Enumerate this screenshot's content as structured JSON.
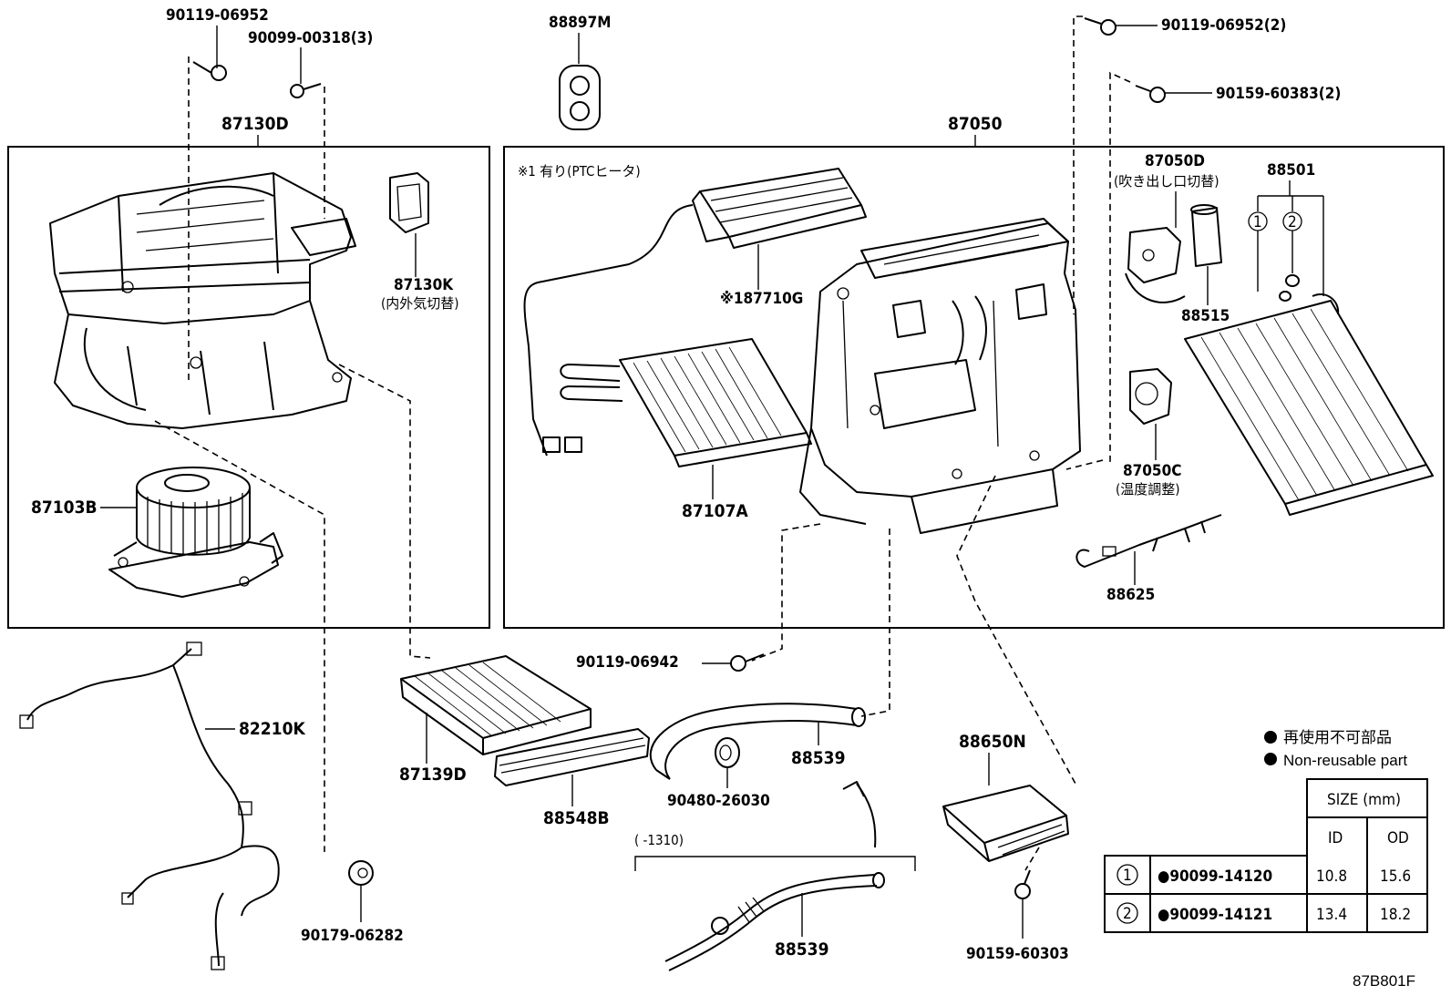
{
  "groups": {
    "blower_unit": "87130D",
    "heater_unit": "87050"
  },
  "parts": {
    "p90119_06952_top": "90119-06952",
    "p90099_00318": "90099-00318(3)",
    "p88897M": "88897M",
    "p90119_06952_2": "90119-06952(2)",
    "p90159_60383": "90159-60383(2)",
    "p87130K": "87130K",
    "p87130K_desc": "(内外気切替)",
    "p87103B": "87103B",
    "p87710G": "87710G",
    "p87710G_mark": "※1",
    "ptc_note": "※1 有り(PTCヒータ)",
    "p87107A": "87107A",
    "p87050D": "87050D",
    "p87050D_desc": "(吹き出し口切替)",
    "p88501": "88501",
    "p88515": "88515",
    "p87050C": "87050C",
    "p87050C_desc": "(温度調整)",
    "p88625": "88625",
    "p82210K": "82210K",
    "p87139D": "87139D",
    "p88548B": "88548B",
    "p90119_06942": "90119-06942",
    "p90480_26030": "90480-26030",
    "p88539_a": "88539",
    "p88539_b": "88539",
    "range_note": "(        -1310)",
    "p90179_06282": "90179-06282",
    "p88650N": "88650N",
    "p90159_60303": "90159-60303",
    "callout_1": "1",
    "callout_2": "2"
  },
  "legend": {
    "jp": "再使用不可部品",
    "en": "Non-reusable part"
  },
  "size_table": {
    "header": "SIZE (mm)",
    "col_id": "ID",
    "col_od": "OD",
    "rows": [
      {
        "ref": "1",
        "part": "●90099-14120",
        "id": "10.8",
        "od": "15.6"
      },
      {
        "ref": "2",
        "part": "●90099-14121",
        "id": "13.4",
        "od": "18.2"
      }
    ]
  },
  "figure_id": "87B801F"
}
